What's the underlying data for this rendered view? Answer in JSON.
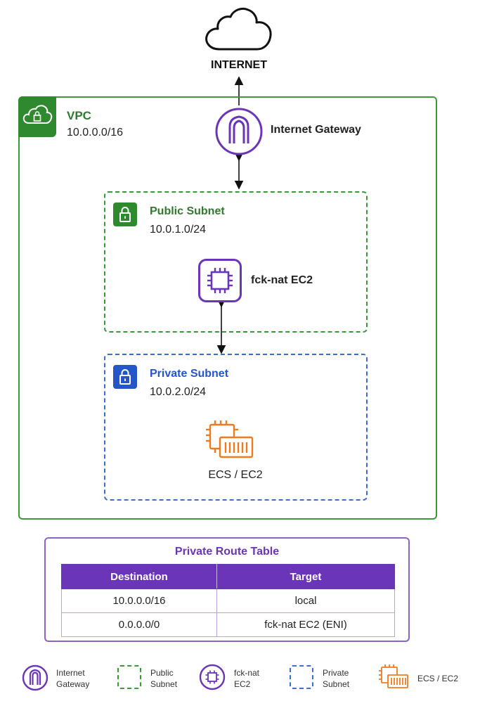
{
  "internet": {
    "label": "INTERNET",
    "icon": "cloud-icon"
  },
  "vpc": {
    "title": "VPC",
    "cidr": "10.0.0.0/16",
    "icon": "cloud-lock-icon",
    "color": "#2f8a2f"
  },
  "igw": {
    "label": "Internet Gateway",
    "icon": "internet-gateway-icon",
    "color": "#6a35b8"
  },
  "public_subnet": {
    "title": "Public Subnet",
    "cidr": "10.0.1.0/24",
    "icon": "lock-icon",
    "color": "#2f8a2f"
  },
  "nat": {
    "label": "fck-nat EC2",
    "icon": "chip-icon",
    "color": "#6a35b8"
  },
  "private_subnet": {
    "title": "Private Subnet",
    "cidr": "10.0.2.0/24",
    "icon": "lock-icon",
    "color": "#2456c8"
  },
  "ecs": {
    "label": "ECS / EC2",
    "icon": "ecs-ec2-icon",
    "color": "#f07b1f"
  },
  "route_table": {
    "title": "Private Route Table",
    "headers": [
      "Destination",
      "Target"
    ],
    "rows": [
      [
        "10.0.0.0/16",
        "local"
      ],
      [
        "0.0.0.0/0",
        "fck-nat EC2 (ENI)"
      ]
    ]
  },
  "legend": {
    "igw_line1": "Internet",
    "igw_line2": "Gateway",
    "public_line1": "Public",
    "public_line2": "Subnet",
    "nat_line1": "fck-nat",
    "nat_line2": "EC2",
    "private_line1": "Private",
    "private_line2": "Subnet",
    "ecs": "ECS / EC2"
  }
}
